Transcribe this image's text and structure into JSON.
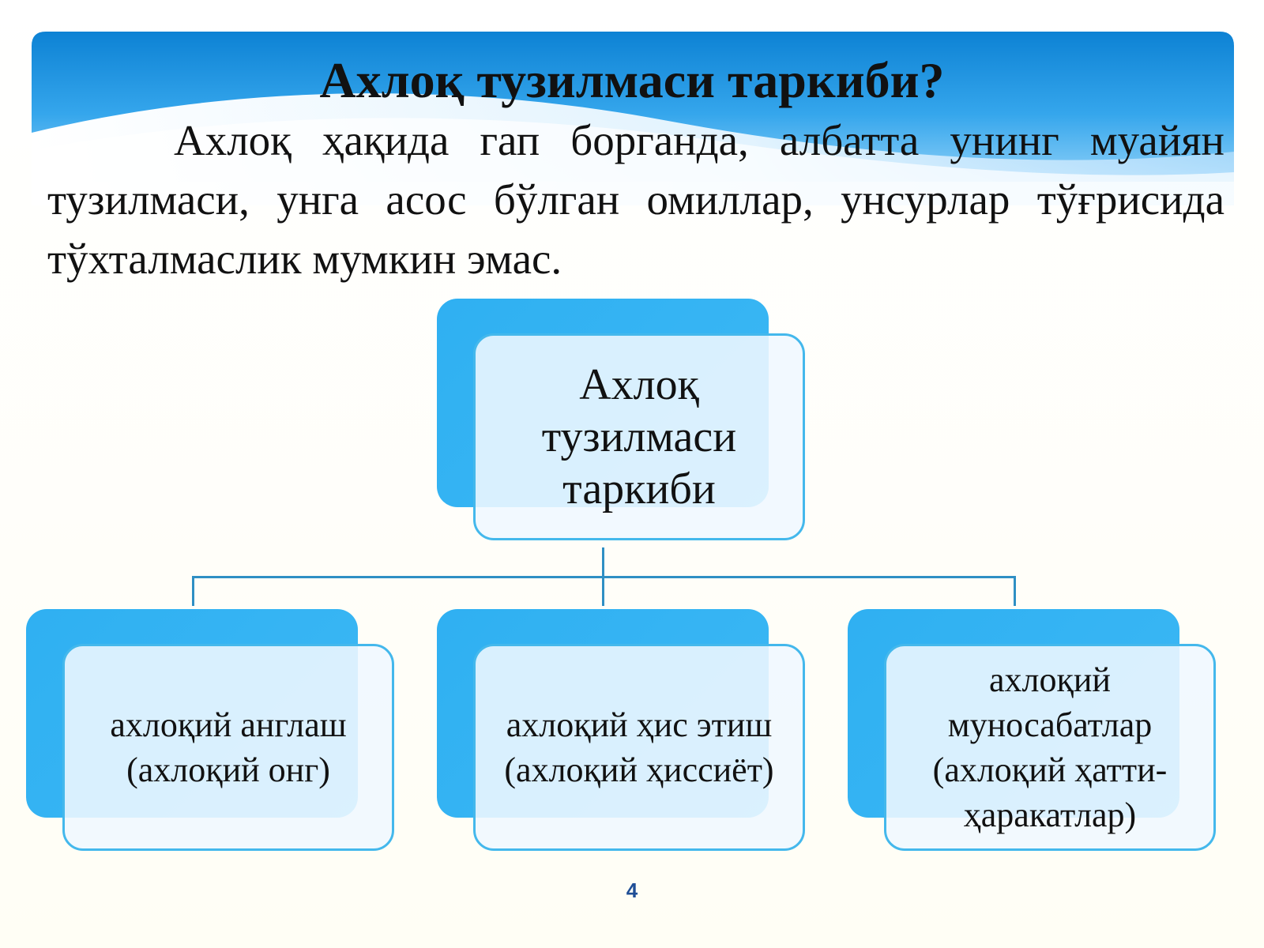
{
  "slide": {
    "title": "Ахлоқ тузилмаси таркиби?",
    "paragraph": "Ахлоқ ҳақида гап борганда, албатта унинг муайян тузилмаси, унга асос бўлган омиллар, унсурлар тўғрисида тўхталмаслик мумкин эмас.",
    "page_number": "4"
  },
  "diagram": {
    "root": {
      "label": "Ахлоқ тузилмаси таркиби"
    },
    "children": [
      {
        "label": "ахлоқий англаш (ахлоқий онг)"
      },
      {
        "label": "ахлоқий ҳис этиш (ахлоқий ҳиссиёт)"
      },
      {
        "label": "ахлоқий муносабатлар (ахлоқий ҳатти-ҳаракатлар)"
      }
    ]
  },
  "colors": {
    "accent": "#2fb0f2",
    "box_border": "#44b8ec",
    "connector": "#2f8fc4",
    "page_number": "#1f4e96"
  }
}
